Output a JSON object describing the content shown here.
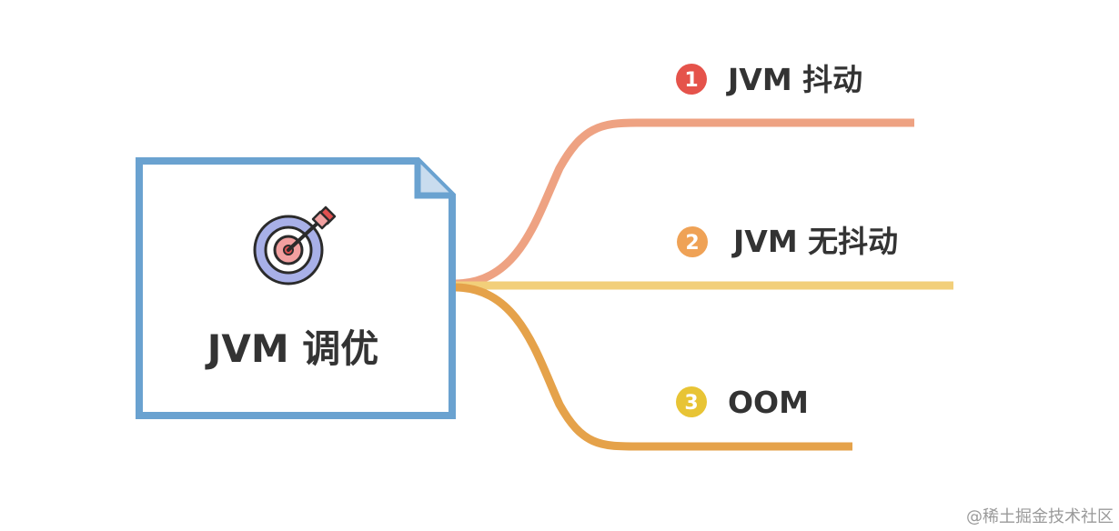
{
  "root": {
    "label": "JVM 调优",
    "icon": "target-icon",
    "border_color": "#6aa2d0"
  },
  "branches": [
    {
      "number": "1",
      "label": "JVM 抖动",
      "badge_color": "#e5534b",
      "line_color": "#eea282"
    },
    {
      "number": "2",
      "label": "JVM 无抖动",
      "badge_color": "#efa256",
      "line_color": "#f2cf7a"
    },
    {
      "number": "3",
      "label": "OOM",
      "badge_color": "#e8c435",
      "line_color": "#e5a24a"
    }
  ],
  "watermark": "@稀土掘金技术社区"
}
